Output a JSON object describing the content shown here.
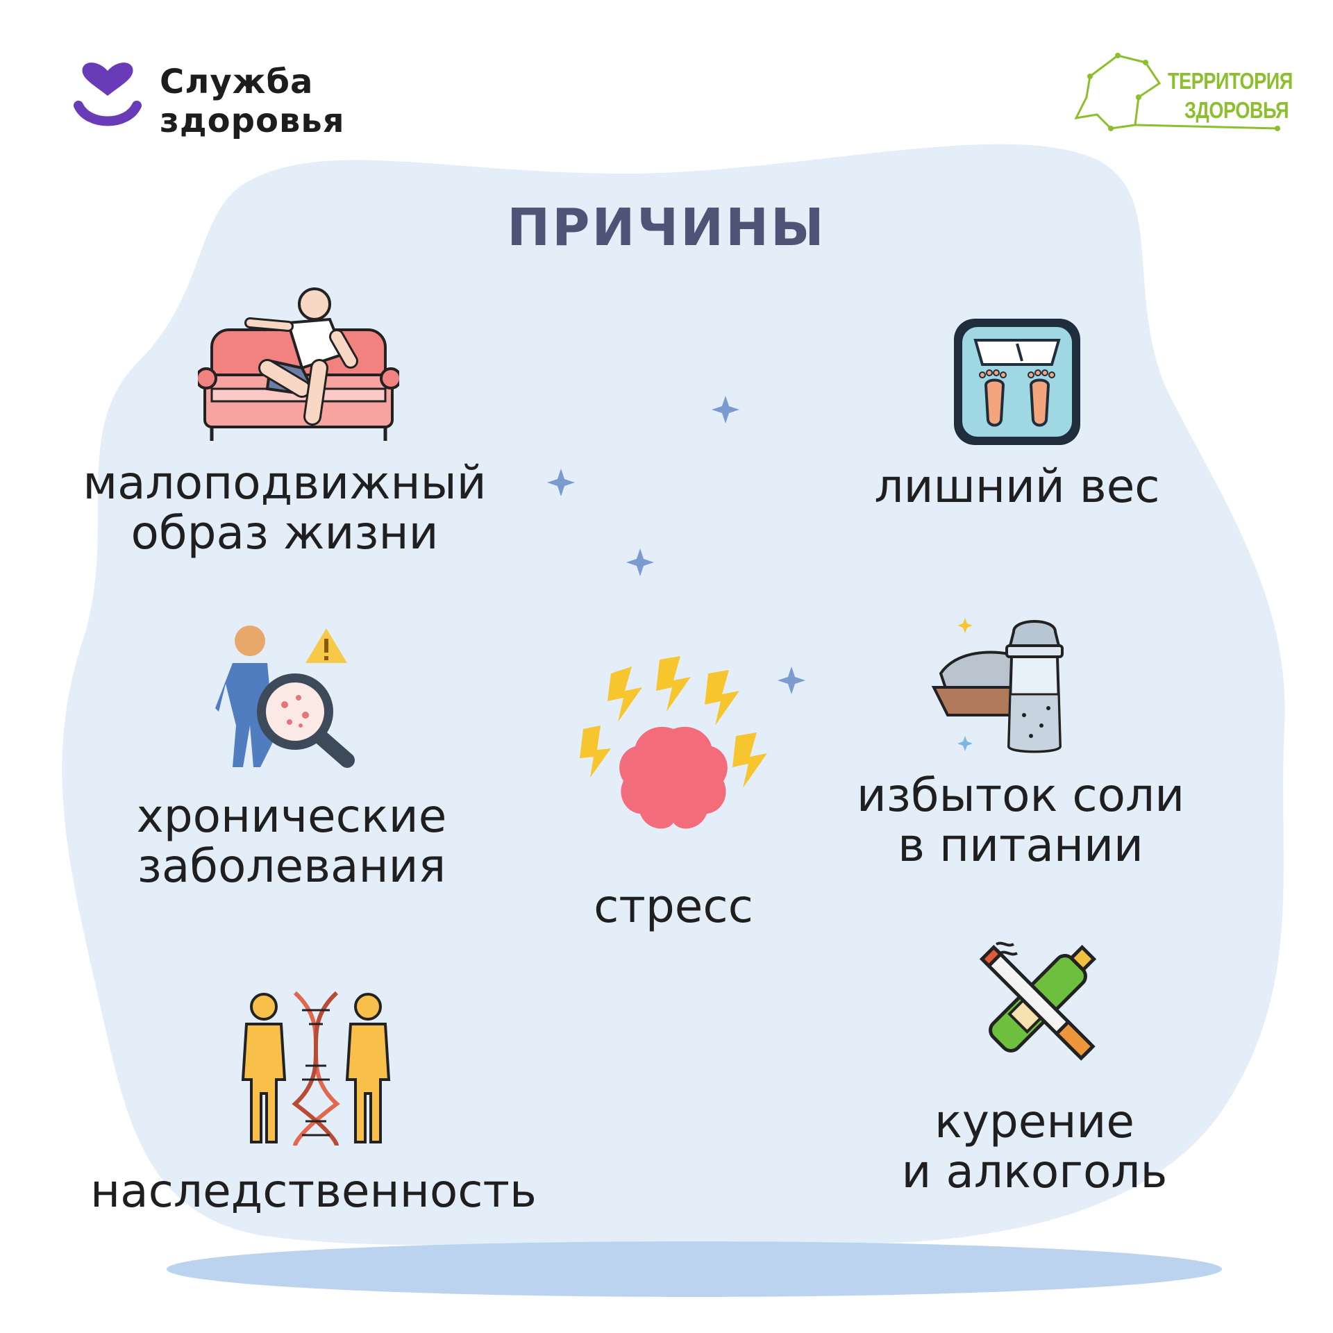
{
  "brand_left": {
    "line1": "Служба",
    "line2": "здоровья"
  },
  "brand_right": {
    "line1": "ТЕРРИТОРИЯ",
    "line2": "ЗДОРОВЬЯ"
  },
  "title": "ПРИЧИНЫ",
  "causes": [
    {
      "icon": "sofa-person-icon",
      "line1": "малоподвижный",
      "line2": "образ жизни"
    },
    {
      "icon": "scale-icon",
      "line1": "лишний вес",
      "line2": ""
    },
    {
      "icon": "magnifier-person-icon",
      "line1": "хронические",
      "line2": "заболевания"
    },
    {
      "icon": "stress-brain-icon",
      "line1": "стресс",
      "line2": ""
    },
    {
      "icon": "salt-shaker-icon",
      "line1": "избыток соли",
      "line2": "в питании"
    },
    {
      "icon": "dna-people-icon",
      "line1": "наследственность",
      "line2": ""
    },
    {
      "icon": "cigarette-bottle-icon",
      "line1": "курение",
      "line2": "и алкоголь"
    }
  ],
  "colors": {
    "background_blob": "#e4eef9",
    "title": "#4d5475",
    "brand_purple": "#6a3bb8",
    "brand_green": "#8bbf2b"
  }
}
